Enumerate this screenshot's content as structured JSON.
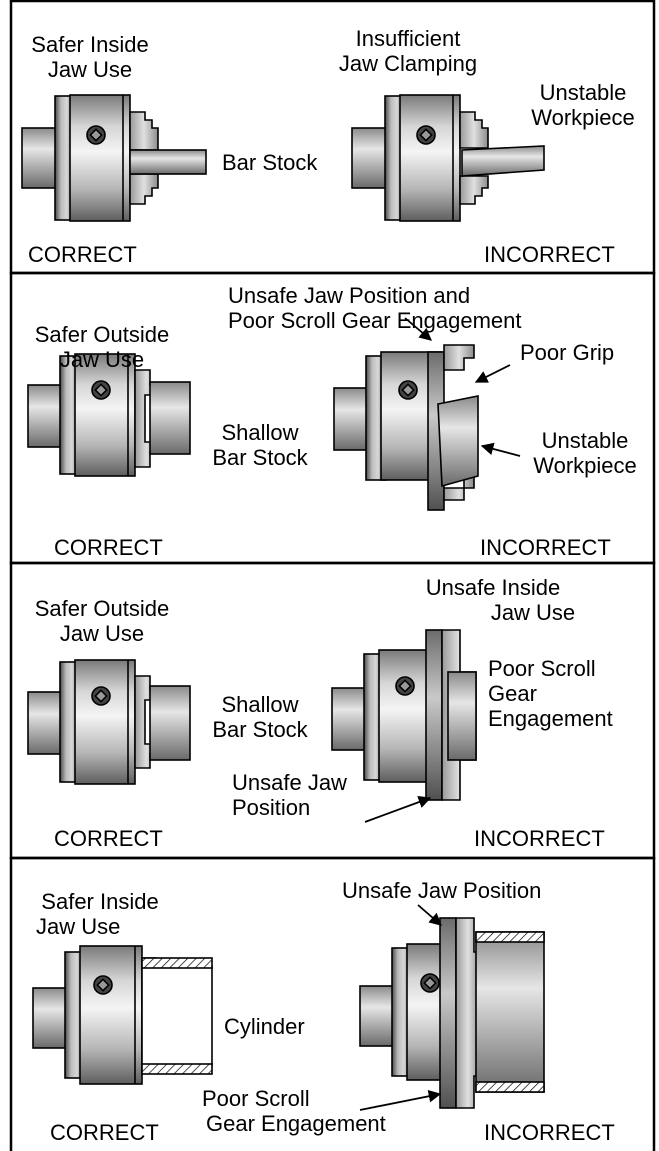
{
  "panels": [
    {
      "correct": {
        "label": "CORRECT",
        "callout": [
          "Safer Inside",
          "Jaw Use"
        ],
        "workpiece_label": "Bar Stock"
      },
      "incorrect": {
        "label": "INCORRECT",
        "callouts": [
          [
            "Insufficient",
            "Jaw Clamping"
          ],
          [
            "Unstable",
            "Workpiece"
          ]
        ]
      }
    },
    {
      "correct": {
        "label": "CORRECT",
        "callout": [
          "Safer Outside",
          "Jaw Use"
        ],
        "workpiece_label": [
          "Shallow",
          "Bar Stock"
        ]
      },
      "incorrect": {
        "label": "INCORRECT",
        "callouts": [
          [
            "Unsafe Jaw Position and",
            "Poor Scroll Gear Engagement"
          ],
          [
            "Poor Grip"
          ],
          [
            "Unstable",
            "Workpiece"
          ]
        ]
      }
    },
    {
      "correct": {
        "label": "CORRECT",
        "callout": [
          "Safer Outside",
          "Jaw Use"
        ],
        "workpiece_label": [
          "Shallow",
          "Bar Stock"
        ]
      },
      "incorrect": {
        "label": "INCORRECT",
        "callouts": [
          [
            "Unsafe Inside",
            "Jaw Use"
          ],
          [
            "Poor Scroll",
            "Gear",
            "Engagement"
          ],
          [
            "Unsafe Jaw",
            "Position"
          ]
        ]
      }
    },
    {
      "correct": {
        "label": "CORRECT",
        "callout": [
          "Safer Inside",
          "Jaw Use"
        ],
        "workpiece_label": "Cylinder"
      },
      "incorrect": {
        "label": "INCORRECT",
        "callouts": [
          [
            "Unsafe Jaw Position"
          ],
          [
            "Poor Scroll",
            "Gear Engagement"
          ]
        ]
      }
    }
  ],
  "colors": {
    "outline": "#000000",
    "metal_light": "#e8e8e8",
    "metal_mid": "#a9a9a9",
    "metal_dark": "#6b6b6b",
    "background": "#ffffff"
  }
}
